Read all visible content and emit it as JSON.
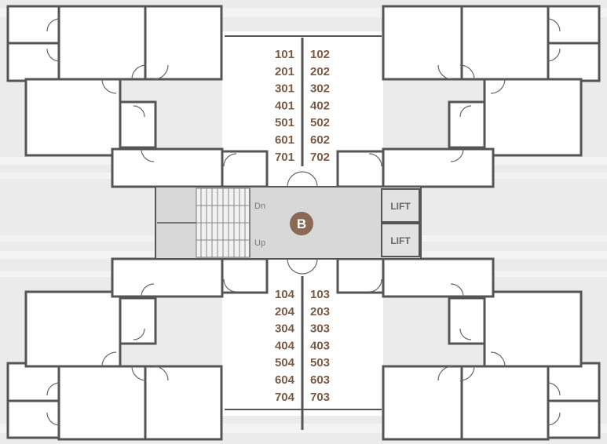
{
  "plan": {
    "block_label": "B",
    "block_badge_color": "#8b6a55",
    "unit_number_color": "#7a5a44",
    "stair_labels": {
      "down": "Dn",
      "up": "Up"
    },
    "lifts": [
      "LIFT",
      "LIFT"
    ],
    "top_units": [
      [
        "101",
        "102"
      ],
      [
        "201",
        "202"
      ],
      [
        "301",
        "302"
      ],
      [
        "401",
        "402"
      ],
      [
        "501",
        "502"
      ],
      [
        "601",
        "602"
      ],
      [
        "701",
        "702"
      ]
    ],
    "bottom_units": [
      [
        "104",
        "103"
      ],
      [
        "204",
        "203"
      ],
      [
        "304",
        "303"
      ],
      [
        "404",
        "403"
      ],
      [
        "504",
        "503"
      ],
      [
        "604",
        "603"
      ],
      [
        "704",
        "703"
      ]
    ]
  }
}
